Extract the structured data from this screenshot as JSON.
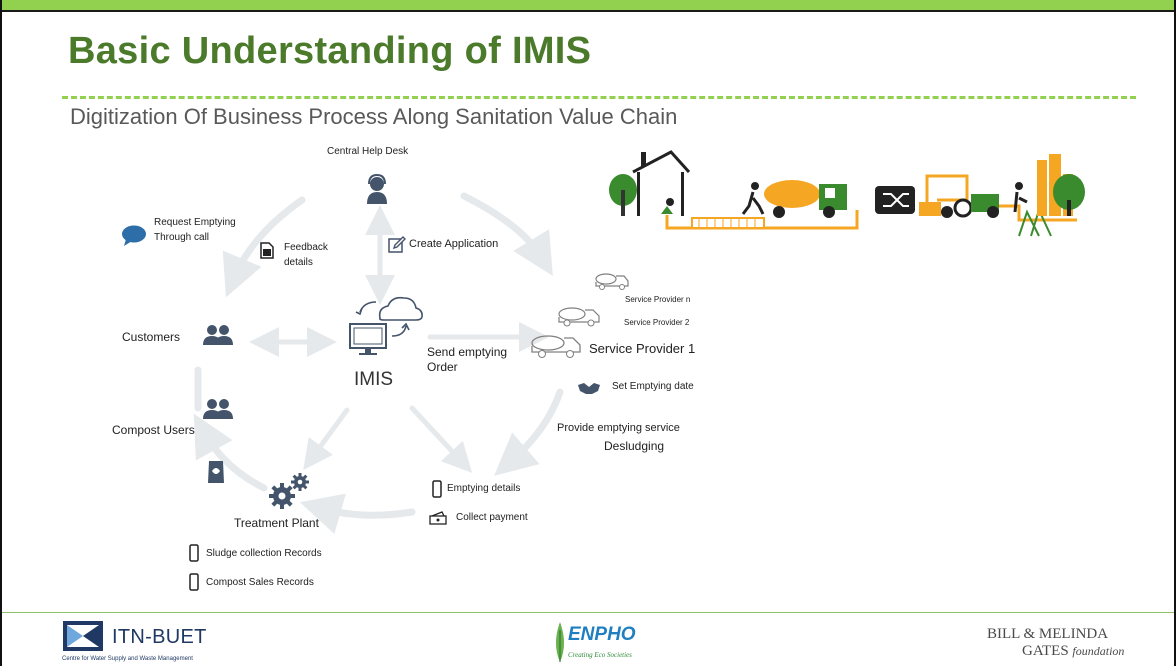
{
  "title": "Basic Understanding of IMIS",
  "subtitle": "Digitization Of Business Process Along Sanitation Value Chain",
  "colors": {
    "title": "#4a7a2a",
    "accent": "#92d050",
    "icon": "#44546a",
    "flow_arrow": "#e9ecef",
    "chain_orange": "#f5a623",
    "chain_green": "#3a8a2e"
  },
  "center": {
    "label": "IMIS"
  },
  "nodes": {
    "help_desk": "Central Help Desk",
    "create_application": "Create Application",
    "request_emptying": [
      "Request Emptying",
      "Through call"
    ],
    "feedback": [
      "Feedback",
      "details"
    ],
    "customers": "Customers",
    "send_order": [
      "Send emptying",
      "Order"
    ],
    "service_provider_n": "Service Provider n",
    "service_provider_2": "Service Provider 2",
    "service_provider_1": "Service Provider 1",
    "set_date": "Set Emptying date",
    "provide_service": [
      "Provide emptying service",
      "Desludging"
    ],
    "emptying_details": "Emptying details",
    "collect_payment": "Collect payment",
    "compost_users": "Compost Users",
    "treatment_plant": "Treatment Plant",
    "sludge_records": "Sludge collection Records",
    "compost_records": "Compost Sales Records"
  },
  "icons": [
    "headset-user-icon",
    "edit-icon",
    "chat-bubble-icon",
    "document-icon",
    "users-icon",
    "computer-cloud-icon",
    "truck-icon",
    "handshake-icon",
    "mobile-icon",
    "payment-icon",
    "compost-bag-icon",
    "gears-icon"
  ],
  "footer": {
    "itn": "ITN-BUET",
    "itn_sub": "Centre for Water Supply and Waste Management",
    "enpho": "ENPHO",
    "enpho_sub": "Creating Eco Societies",
    "gates_line1": "BILL & MELINDA",
    "gates_line2": "GATES",
    "gates_foundation": "foundation"
  }
}
